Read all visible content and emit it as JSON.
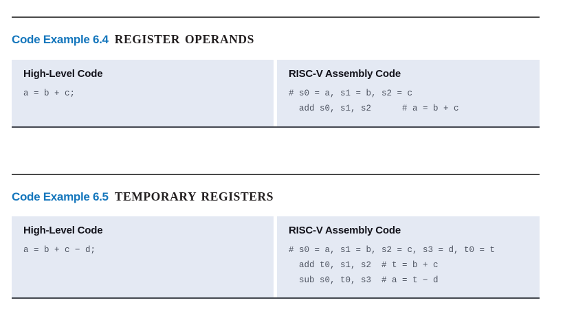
{
  "colors": {
    "accent_blue": "#1476bc",
    "panel_background": "#e4e9f3",
    "rule_dark": "#4a4a4a",
    "panel_bottom_border": "#43474f",
    "code_text": "#4d5360"
  },
  "examples": [
    {
      "label": "Code Example 6.4",
      "name": "REGISTER OPERANDS",
      "left": {
        "heading": "High-Level Code",
        "code": "a = b + c;"
      },
      "right": {
        "heading": "RISC-V Assembly Code",
        "code": "# s0 = a, s1 = b, s2 = c\n  add s0, s1, s2      # a = b + c"
      }
    },
    {
      "label": "Code Example 6.5",
      "name": "TEMPORARY REGISTERS",
      "left": {
        "heading": "High-Level Code",
        "code": "a = b + c − d;"
      },
      "right": {
        "heading": "RISC-V Assembly Code",
        "code": "# s0 = a, s1 = b, s2 = c, s3 = d, t0 = t\n  add t0, s1, s2  # t = b + c\n  sub s0, t0, s3  # a = t − d"
      }
    }
  ]
}
